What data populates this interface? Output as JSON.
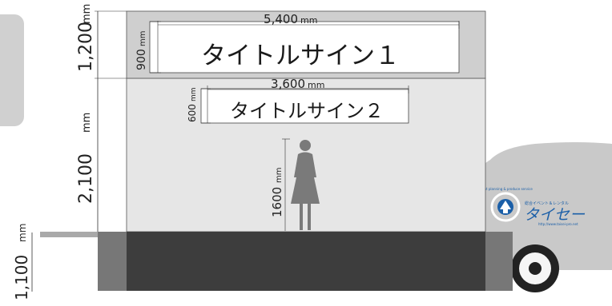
{
  "signs": {
    "sign1": {
      "text": "タイトルサイン１",
      "width": "5,400",
      "height": "900"
    },
    "sign2": {
      "text": "タイトルサイン２",
      "width": "3,600",
      "height": "600"
    }
  },
  "dimensions": {
    "upper": "1,200",
    "wall": "2,100",
    "stage": "1,100",
    "person": "1600",
    "unit": "mm"
  },
  "truck": {
    "brand_small": "総合イベント＆レンタル",
    "brand_name": "タイセー",
    "url": "http://www.taisei-pro.net",
    "emblem_text": "event planning & produce service"
  },
  "colors": {
    "upper_panel": "#cfcfcf",
    "wall": "#e6e6e6",
    "stage": "#3d3d3d",
    "truck_body": "#c9c9c9",
    "brand_blue": "#1b5fa8"
  }
}
